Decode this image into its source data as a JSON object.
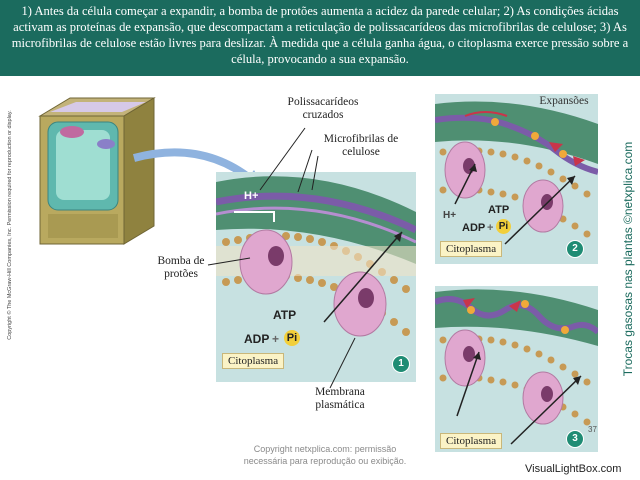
{
  "header": {
    "text": "1) Antes da célula começar a expandir, a bomba de protões aumenta a acidez da parede celular; 2) As condições ácidas activam as proteínas  de expansão, que descompactam a reticulação de polissacarídeos das microfibrilas de celulose; 3) As microfibrilas de celulose estão livres para deslizar. À medida que a célula ganha água, o citoplasma exerce pressão sobre a célula, provocando a sua expansão."
  },
  "labels": {
    "polysaccharides": "Polissacarídeos cruzados",
    "microfibrils": "Microfibrilas de celulose",
    "proton_pump": "Bomba de protões",
    "membrane": "Membrana plasmática",
    "expansions": "Expansões"
  },
  "panel1": {
    "cytoplasm": "Citoplasma",
    "atp": "ATP",
    "adp": "ADP",
    "plus": "+",
    "pi": "Pi",
    "hplus": "H+",
    "number": "1"
  },
  "panel2": {
    "cytoplasm": "Citoplasma",
    "atp": "ATP",
    "adp": "ADP",
    "plus": "+",
    "pi": "Pi",
    "hplus": "H+",
    "number": "2"
  },
  "panel3": {
    "cytoplasm": "Citoplasma",
    "number": "3"
  },
  "copyright_vertical": "Copyright © The McGraw-Hill Companies, Inc. Permission required for reproduction or display.",
  "side_credit": "Trocas gasosas nas plantas ©netxplica.com",
  "footer": {
    "line1": "Copyright netxplica.com: permissão",
    "line2": "necessária para reprodução ou exibição."
  },
  "page_number": "37",
  "watermark": "VisualLightBox.com",
  "colors": {
    "banner": "#1b6b5e",
    "wall_green": "#4f8f72",
    "microfibril_purple": "#7b5ca8",
    "protein_pink": "#e0a7cf",
    "lipid_head": "#c79a55",
    "badge_green": "#1f8c74"
  }
}
